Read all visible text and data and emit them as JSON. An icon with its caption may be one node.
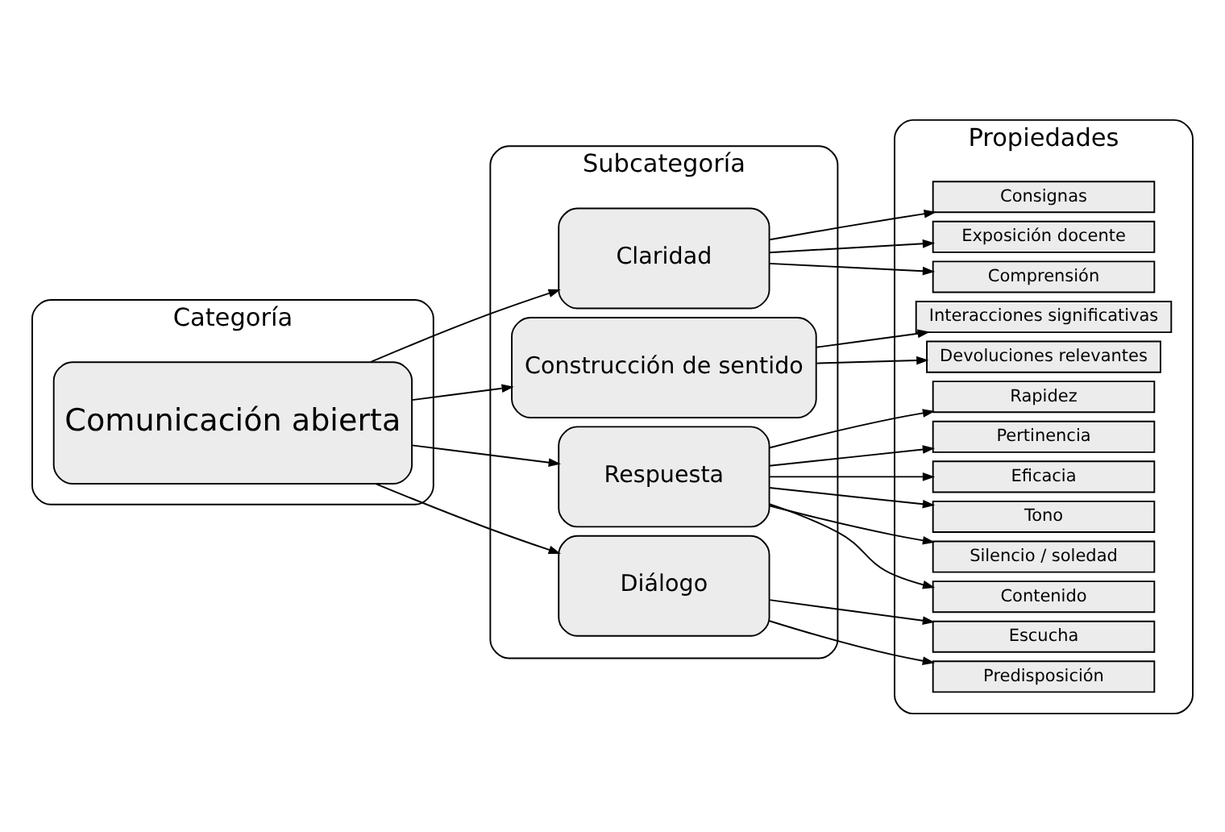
{
  "diagram": {
    "nodes": [
      {
        "text": [
          "Categoría"
        ]
      },
      {
        "text": [
          "Subcategoría"
        ]
      },
      {
        "text": [
          "Propiedades"
        ]
      },
      {
        "text": [
          "Comunicación abierta"
        ],
        "in": 0
      },
      {
        "text": [
          "Claridad"
        ],
        "in": 1
      },
      {
        "text": [
          "Construcción de sentido"
        ],
        "in": 1
      },
      {
        "text": [
          "Respuesta"
        ],
        "in": 1
      },
      {
        "text": [
          "Diálogo"
        ],
        "in": 1
      },
      {
        "text": [
          "Consignas"
        ],
        "in": 2
      },
      {
        "text": [
          "Exposición docente"
        ],
        "in": 2
      },
      {
        "text": [
          "Comprensión"
        ],
        "in": 2
      },
      {
        "text": [
          "Interacciones significativas"
        ],
        "in": 2
      },
      {
        "text": [
          "Devoluciones relevantes"
        ],
        "in": 2
      },
      {
        "text": [
          "Rapidez"
        ],
        "in": 2
      },
      {
        "text": [
          "Pertinencia"
        ],
        "in": 2
      },
      {
        "text": [
          "Eficacia"
        ],
        "in": 2
      },
      {
        "text": [
          "Tono"
        ],
        "in": 2
      },
      {
        "text": [
          "Silencio / soledad"
        ],
        "in": 2
      },
      {
        "text": [
          "Contenido"
        ],
        "in": 2
      },
      {
        "text": [
          "Escucha"
        ],
        "in": 2
      },
      {
        "text": [
          "Predisposición"
        ],
        "in": 2
      }
    ],
    "edges": [
      {
        "from": 3,
        "to": 4,
        "arrow": "to"
      },
      {
        "from": 3,
        "to": 5,
        "arrow": "to"
      },
      {
        "from": 3,
        "to": 6,
        "arrow": "to"
      },
      {
        "from": 3,
        "to": 7,
        "arrow": "to"
      },
      {
        "from": 4,
        "to": 8,
        "arrow": "to"
      },
      {
        "from": 4,
        "to": 9,
        "arrow": "to"
      },
      {
        "from": 4,
        "to": 10,
        "arrow": "to"
      },
      {
        "from": 5,
        "to": 11,
        "arrow": "to"
      },
      {
        "from": 5,
        "to": 12,
        "arrow": "to"
      },
      {
        "from": 6,
        "to": 13,
        "arrow": "to"
      },
      {
        "from": 6,
        "to": 14,
        "arrow": "to"
      },
      {
        "from": 6,
        "to": 15,
        "arrow": "to"
      },
      {
        "from": 6,
        "to": 16,
        "arrow": "to"
      },
      {
        "from": 6,
        "to": 17,
        "arrow": "to"
      },
      {
        "from": 6,
        "to": 18,
        "arrow": "to"
      },
      {
        "from": 7,
        "to": 19,
        "arrow": "to"
      },
      {
        "from": 7,
        "to": 20,
        "arrow": "to"
      }
    ]
  }
}
